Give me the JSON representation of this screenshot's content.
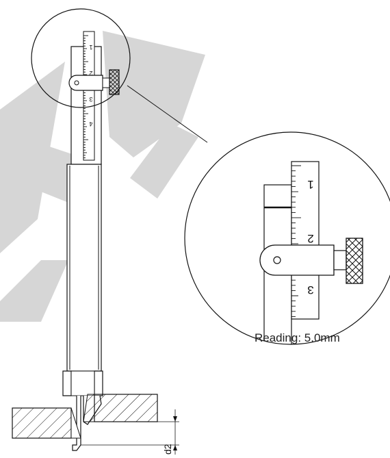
{
  "reading_label": "Reading: 5.0mm",
  "dimension_label": "d2",
  "small_scale_numbers": [
    "1",
    "2",
    "3",
    "4"
  ],
  "large_scale_numbers": [
    "1",
    "2",
    "3"
  ],
  "watermark_color": "#d0d0d0",
  "line_color": "#111111"
}
